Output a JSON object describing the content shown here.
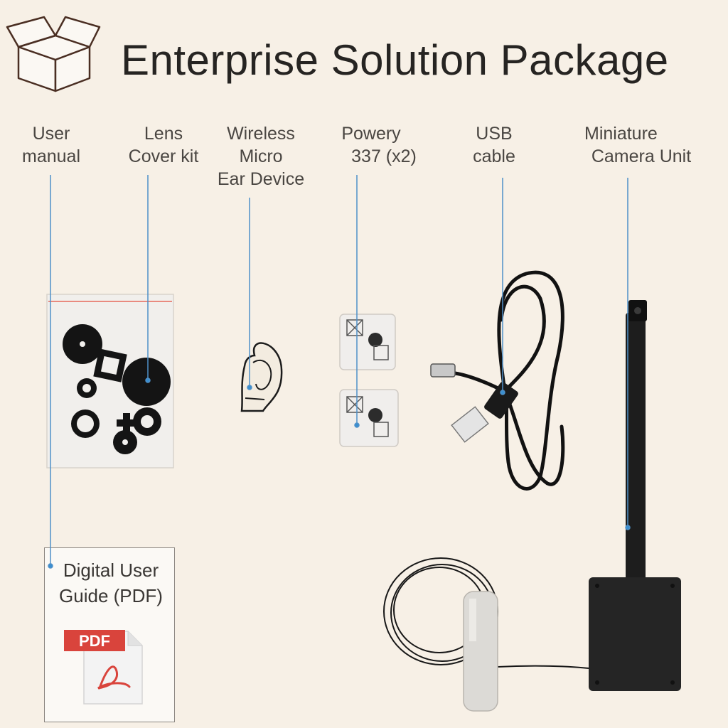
{
  "header": {
    "title": "Enterprise Solution Package",
    "icon": "open-box-icon"
  },
  "components": [
    {
      "id": "user-manual",
      "lines": [
        "User",
        "manual"
      ]
    },
    {
      "id": "lens-cover-kit",
      "lines": [
        "Lens",
        "Cover kit"
      ]
    },
    {
      "id": "wireless-ear-device",
      "lines": [
        "Wireless",
        "Micro",
        "Ear Device"
      ]
    },
    {
      "id": "batteries",
      "lines": [
        "Powery",
        "337 (x2)"
      ]
    },
    {
      "id": "usb-cable",
      "lines": [
        "USB",
        "cable"
      ]
    },
    {
      "id": "camera-unit",
      "lines": [
        "Miniature",
        "Camera Unit"
      ]
    }
  ],
  "digital_guide": {
    "lines": [
      "Digital User",
      "Guide (PDF)"
    ],
    "badge": "PDF"
  },
  "colors": {
    "background": "#f7f0e6",
    "leader_line": "#3a8fd0",
    "pdf_red": "#d9443c"
  }
}
